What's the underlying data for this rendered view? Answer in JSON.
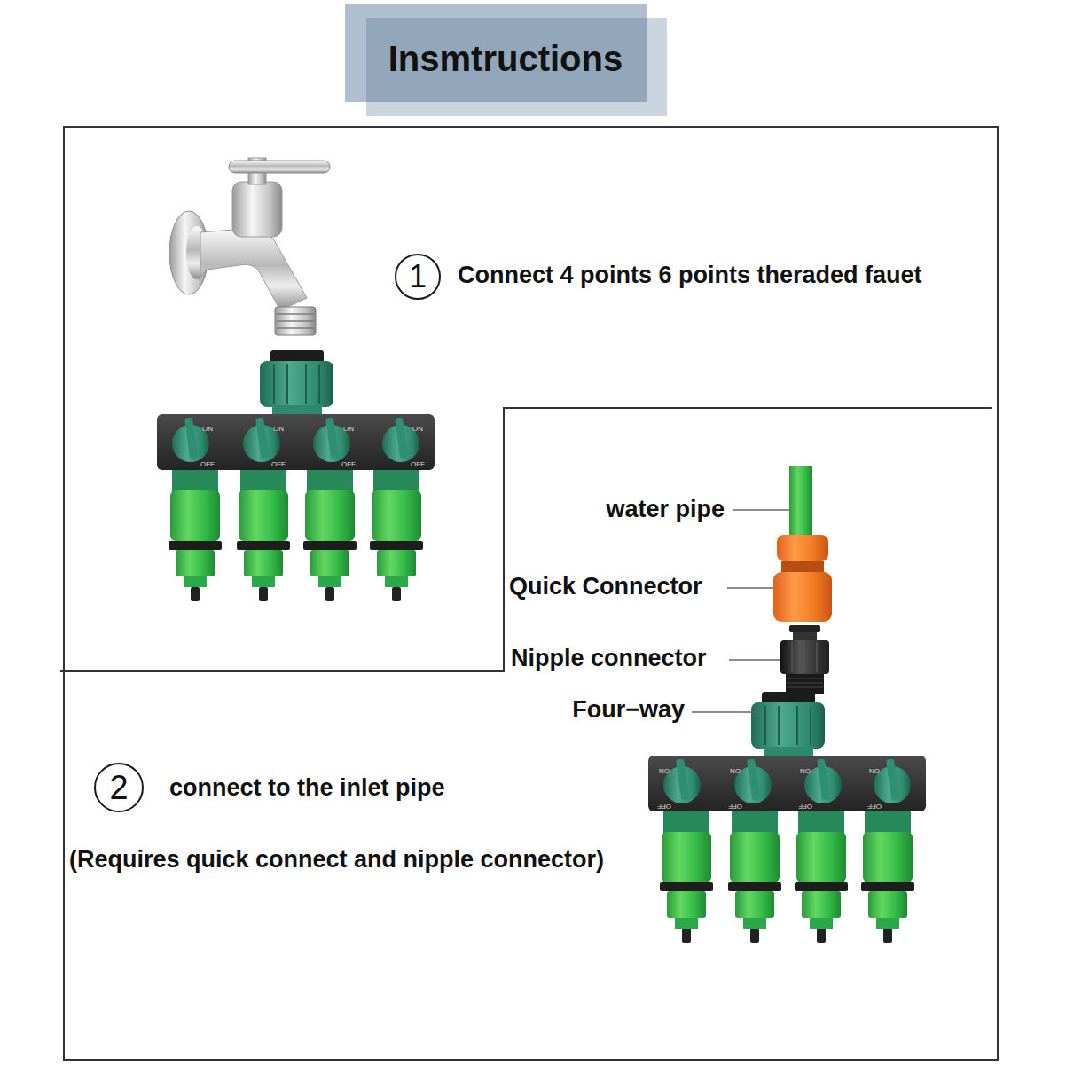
{
  "diagram": {
    "title": "Insmtructions",
    "nodes": [
      {
        "text": [
          "1"
        ]
      },
      {
        "text": [
          "2"
        ]
      }
    ],
    "labels": [
      "Connect 4 points 6 points theraded fauet",
      "water pipe",
      "Quick Connector",
      "Nipple connector",
      "Four−way",
      "connect to the inlet pipe",
      "(Requires quick connect and nipple connector)",
      "ON",
      "OFF",
      "ON",
      "OFF",
      "ON",
      "OFF",
      "ON",
      "OFF",
      "ON",
      "OFF",
      "ON",
      "OFF",
      "ON",
      "OFF",
      "ON",
      "OFF"
    ]
  }
}
